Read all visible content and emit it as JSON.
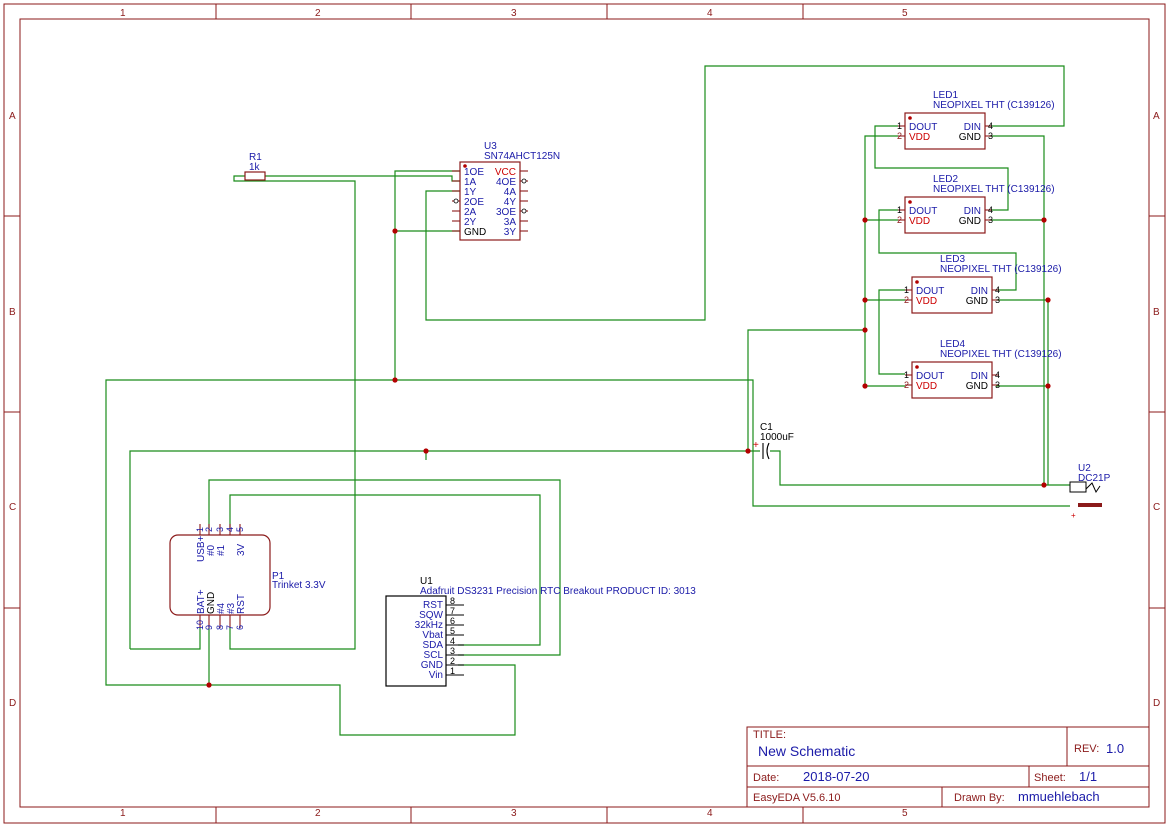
{
  "frame": {
    "col_labels": [
      "1",
      "2",
      "3",
      "4",
      "5"
    ],
    "row_labels": [
      "A",
      "B",
      "C",
      "D"
    ]
  },
  "components": {
    "r1": {
      "ref": "R1",
      "value": "1k"
    },
    "u3": {
      "ref": "U3",
      "value": "SN74AHCT125N",
      "left_pins": [
        "1OE",
        "1A",
        "1Y",
        "2OE",
        "2A",
        "2Y",
        "GND"
      ],
      "right_pins": [
        "VCC",
        "4OE",
        "4A",
        "4Y",
        "3OE",
        "3A",
        "3Y"
      ]
    },
    "leds": [
      {
        "ref": "LED1",
        "value": "NEOPIXEL THT (C139126)"
      },
      {
        "ref": "LED2",
        "value": "NEOPIXEL THT (C139126)"
      },
      {
        "ref": "LED3",
        "value": "NEOPIXEL THT (C139126)"
      },
      {
        "ref": "LED4",
        "value": "NEOPIXEL THT (C139126)"
      }
    ],
    "led_pins": {
      "dout": "DOUT",
      "vdd": "VDD",
      "din": "DIN",
      "gnd": "GND",
      "n1": "1",
      "n2": "2",
      "n3": "3",
      "n4": "4"
    },
    "c1": {
      "ref": "C1",
      "value": "1000uF",
      "plus": "+"
    },
    "u2": {
      "ref": "U2",
      "value": "DC21P",
      "pin": "+"
    },
    "p1": {
      "ref": "P1",
      "value": "Trinket 3.3V",
      "top_pins": [
        "USB+",
        "#0",
        "#1",
        "3V"
      ],
      "top_nums": [
        "1",
        "2",
        "3",
        "4",
        "5"
      ],
      "bottom_pins": [
        "BAT+",
        "GND",
        "#4",
        "#3",
        "RST"
      ],
      "bottom_nums": [
        "10",
        "9",
        "8",
        "7",
        "6"
      ]
    },
    "u1": {
      "ref": "U1",
      "value": "Adafruit DS3231 Precision RTC Breakout PRODUCT ID: 3013",
      "pins": [
        "RST",
        "SQW",
        "32kHz",
        "Vbat",
        "SDA",
        "SCL",
        "GND",
        "Vin"
      ],
      "nums": [
        "8",
        "7",
        "6",
        "5",
        "4",
        "3",
        "2",
        "1"
      ]
    }
  },
  "title_block": {
    "title_label": "TITLE:",
    "title": "New Schematic",
    "rev_label": "REV:",
    "rev": "1.0",
    "date_label": "Date:",
    "date": "2018-07-20",
    "sheet_label": "Sheet:",
    "sheet": "1/1",
    "tool": "EasyEDA V5.6.10",
    "drawn_by_label": "Drawn By:",
    "drawn_by": "mmuehlebach"
  }
}
